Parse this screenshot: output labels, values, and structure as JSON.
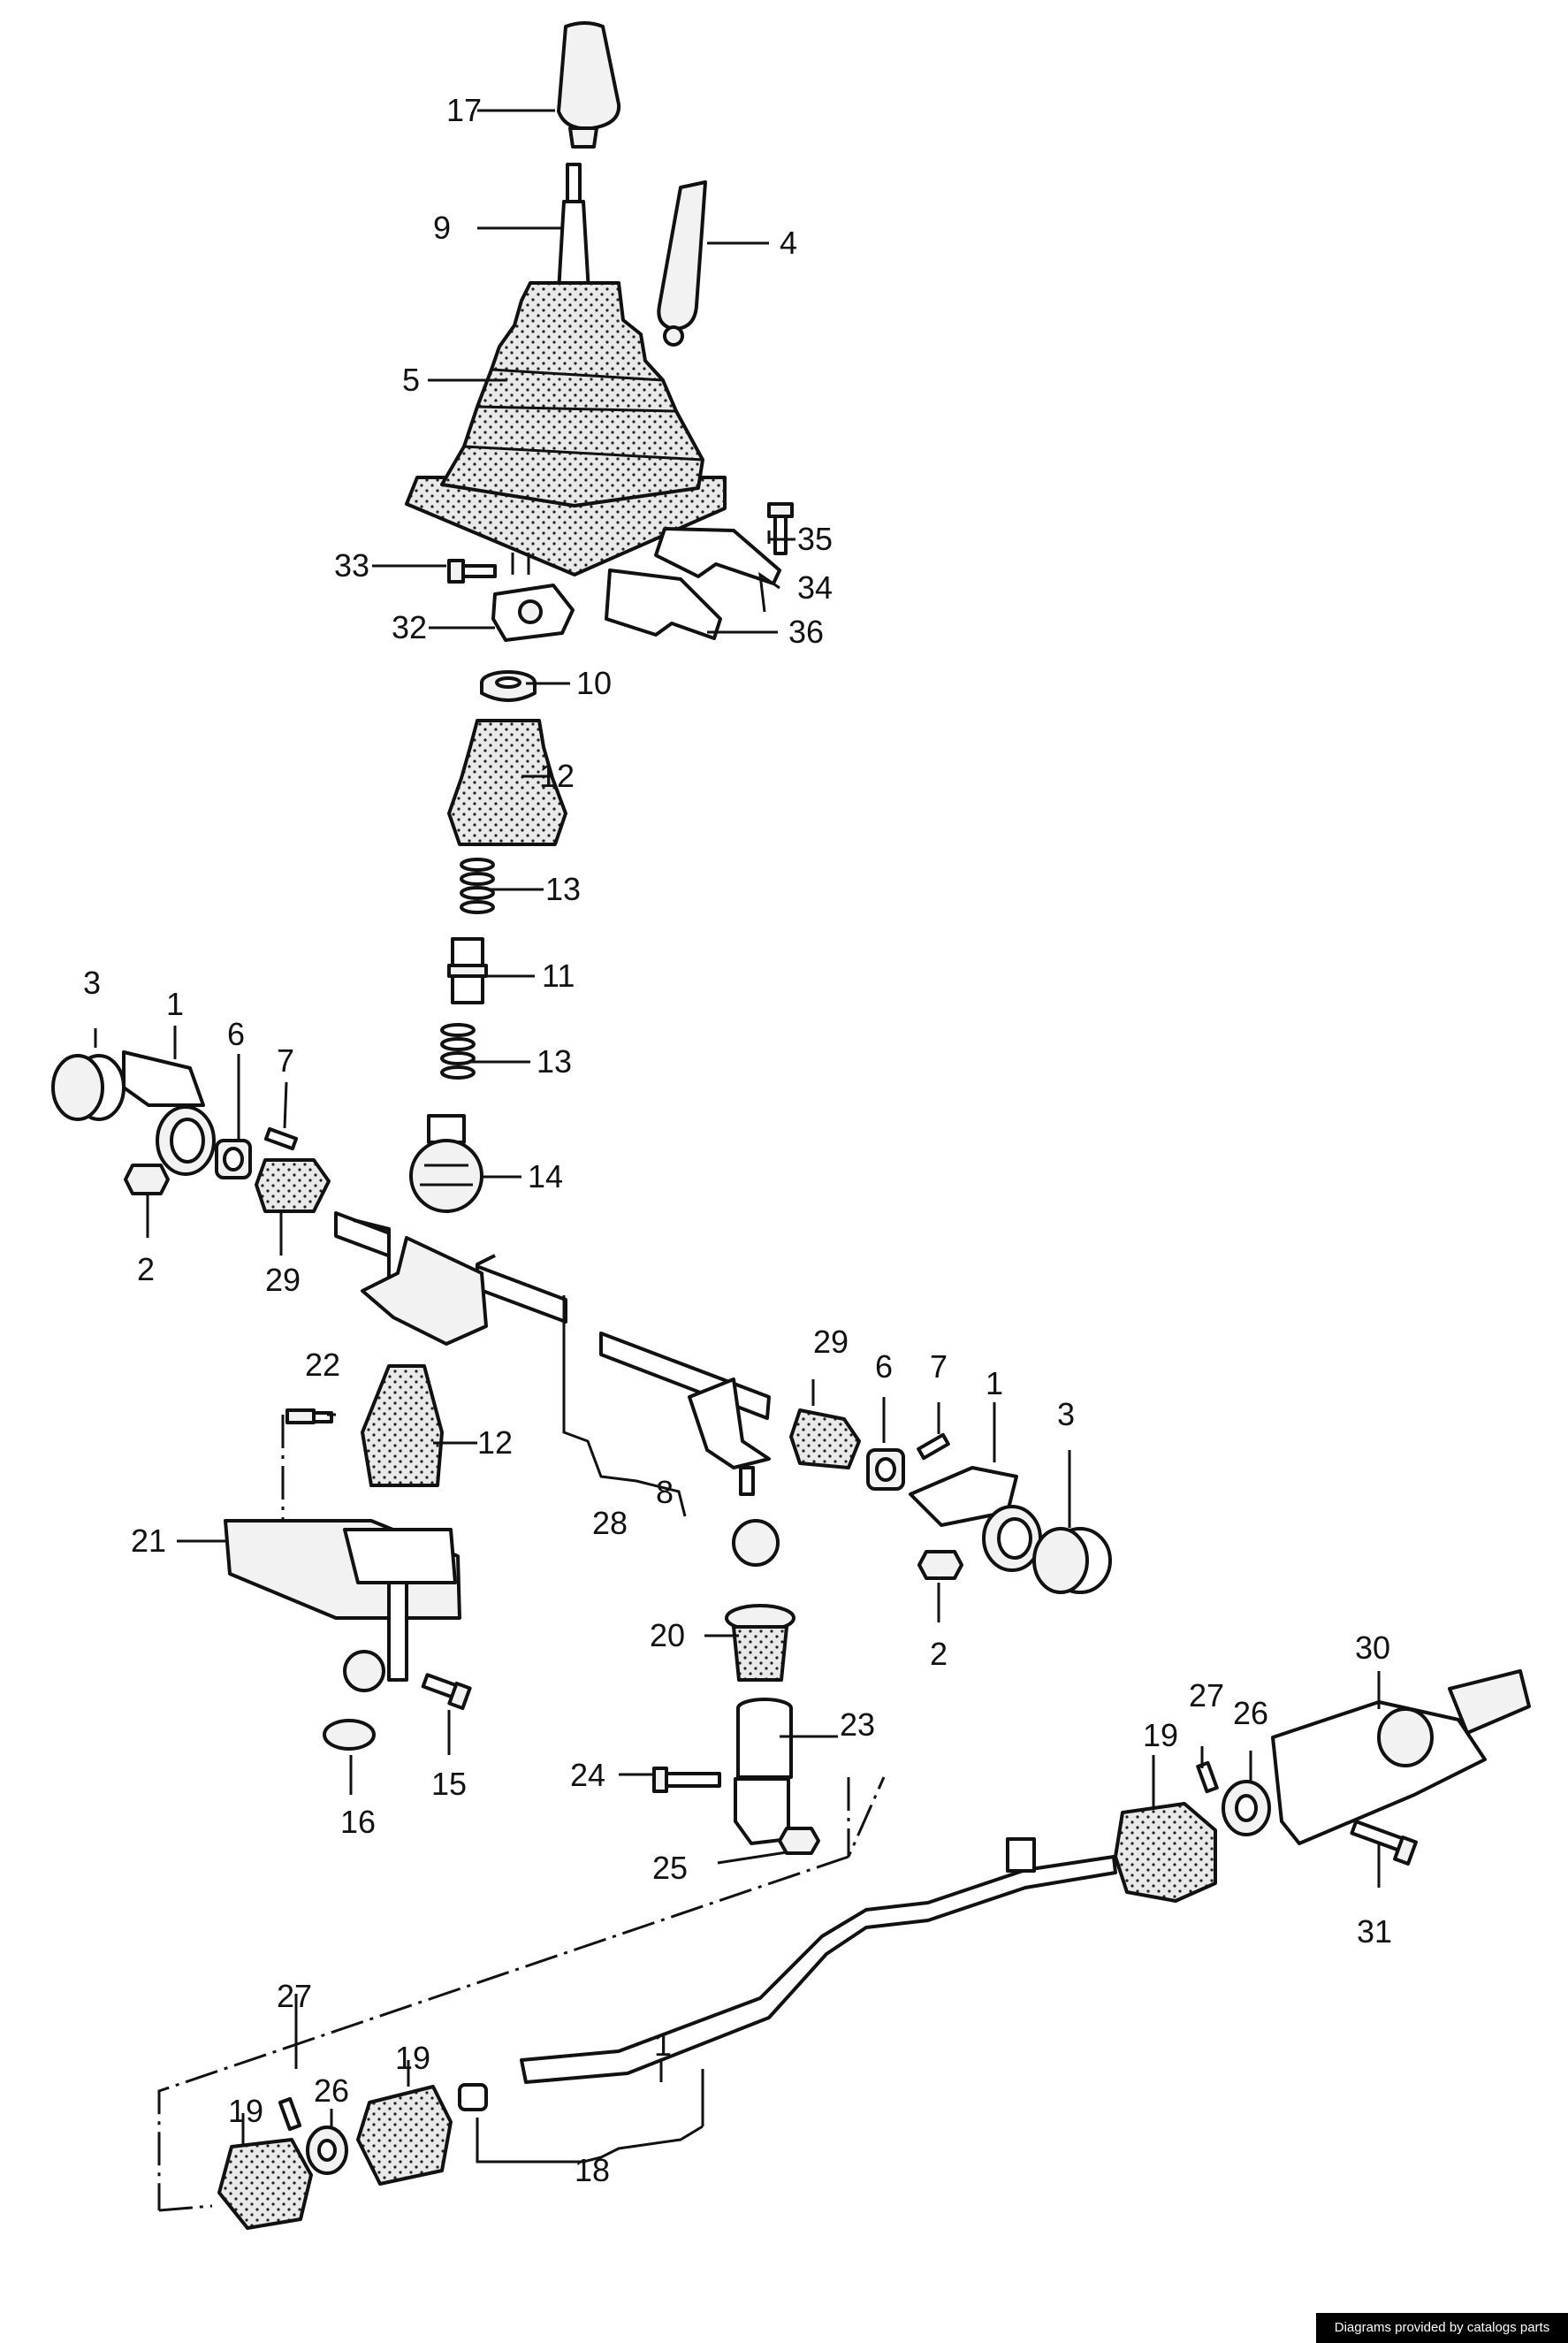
{
  "callouts": {
    "c1a": "1",
    "c1b": "1",
    "c1c": "1",
    "c2a": "2",
    "c2b": "2",
    "c3a": "3",
    "c3b": "3",
    "c4": "4",
    "c5": "5",
    "c6a": "6",
    "c6b": "6",
    "c7a": "7",
    "c7b": "7",
    "c8": "8",
    "c9": "9",
    "c10": "10",
    "c11": "11",
    "c12a": "12",
    "c12b": "12",
    "c13a": "13",
    "c13b": "13",
    "c14": "14",
    "c15": "15",
    "c16": "16",
    "c17": "17",
    "c18": "18",
    "c19a": "19",
    "c19b": "19",
    "c19c": "19",
    "c20": "20",
    "c21": "21",
    "c22": "22",
    "c23": "23",
    "c24": "24",
    "c25": "25",
    "c26a": "26",
    "c26b": "26",
    "c27a": "27",
    "c27b": "27",
    "c28": "28",
    "c29a": "29",
    "c29b": "29",
    "c30": "30",
    "c31": "31",
    "c32": "32",
    "c33": "33",
    "c34": "34",
    "c35": "35",
    "c36": "36"
  },
  "footer": {
    "credit": "Diagrams provided by catalogs parts"
  }
}
